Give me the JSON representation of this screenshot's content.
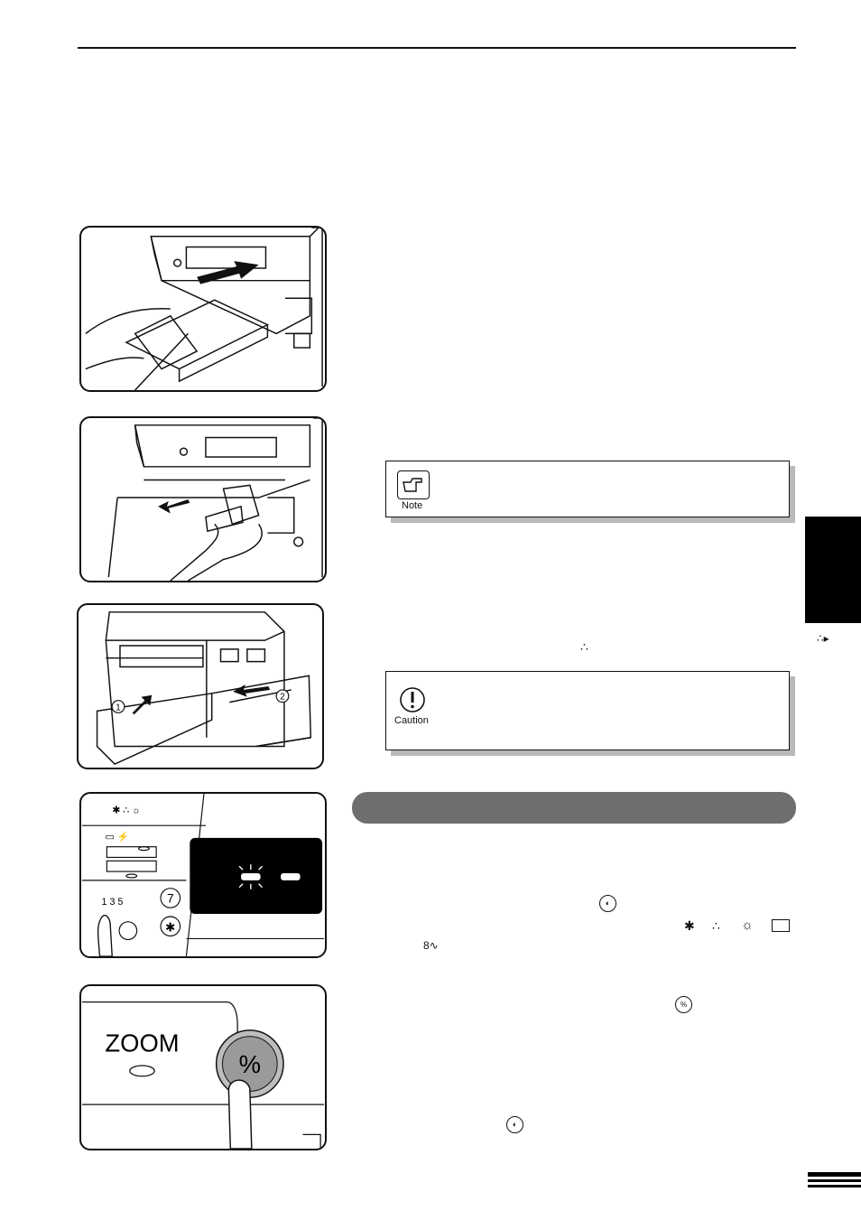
{
  "note_box": {
    "label": "Note",
    "icon": "pointing-hand-icon"
  },
  "caution_box": {
    "label": "Caution",
    "icon": "exclamation-icon"
  },
  "panel_zoom": {
    "zoom_label": "ZOOM",
    "percent_key": "%"
  },
  "panel_controls": {
    "numbers": "1  3  5",
    "key_seven": "7",
    "key_star": "✱"
  },
  "inline_icons": {
    "toner": "toner-icon",
    "exposure_light": "light-exposure-icon",
    "percent": "percent-key-icon",
    "person": "person-icon",
    "sun": "sun-icon",
    "paper": "paper-icon",
    "misfeed": "misfeed-icon"
  },
  "colors": {
    "section_bar": "#6e6e6e",
    "shadow": "#b9b9b9",
    "lcd": "#000000"
  }
}
